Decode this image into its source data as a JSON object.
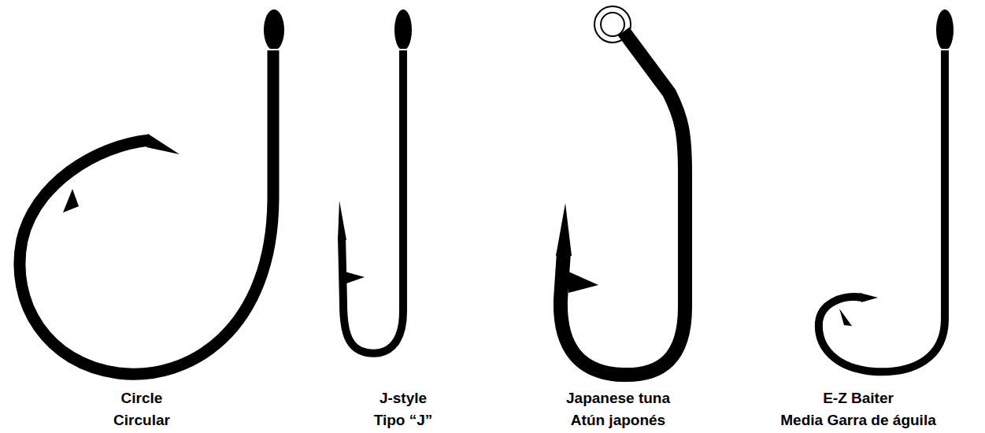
{
  "diagram": {
    "labels": [
      "Circle",
      "Circular",
      "J-style",
      "Tipo “J”",
      "Japanese tuna",
      "Atún japonés",
      "E-Z Baiter",
      "Media Garra de águila"
    ]
  }
}
